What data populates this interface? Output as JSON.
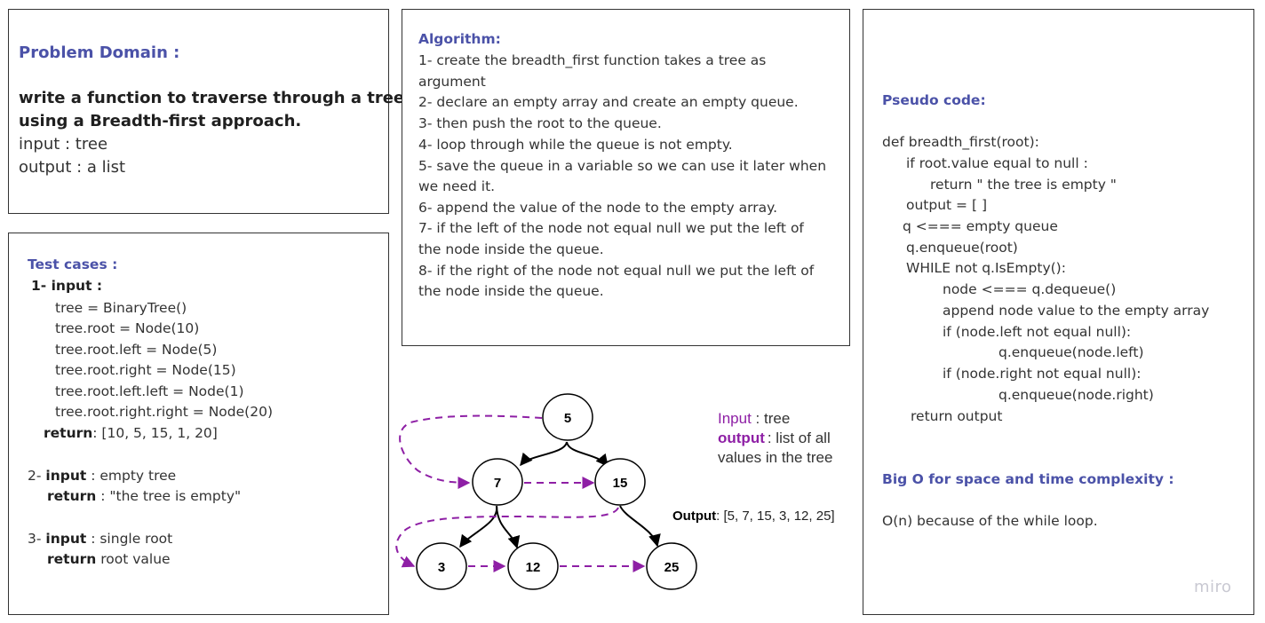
{
  "problem": {
    "heading": "Problem Domain :",
    "statement_line1": "write a function to traverse through a tree",
    "statement_line2": " using a Breadth-first approach.",
    "input": "input : tree",
    "output": "output : a list"
  },
  "tests": {
    "heading": "Test cases :",
    "case1_label": "1- input :",
    "case1_lines": [
      "tree = BinaryTree()",
      "tree.root = Node(10)",
      "tree.root.left = Node(5)",
      "tree.root.right = Node(15)",
      "tree.root.left.left = Node(1)",
      "tree.root.right.right = Node(20)"
    ],
    "case1_return_label": "return",
    "case1_return_value": ": [10, 5, 15, 1, 20]",
    "case2_num": "2- ",
    "case2_input_label": "input",
    "case2_input_value": " : empty tree",
    "case2_return_label": "return",
    "case2_return_value": " : \"the tree is empty\"",
    "case3_num": "3- ",
    "case3_input_label": "input",
    "case3_input_value": " : single root",
    "case3_return_label": "return",
    "case3_return_value": " root value"
  },
  "algorithm": {
    "heading": "Algorithm:",
    "lines": [
      "1- create the breadth_first function takes a tree as",
      "argument",
      "2- declare an empty array and create an empty queue.",
      "3- then push the root to the queue.",
      "4- loop through while the queue is not empty.",
      "5- save the queue in a variable so we can use it later when",
      "we need it.",
      "6- append the value of the node to the empty array.",
      "7- if the left of the node not equal null we put the left of",
      "the node inside the queue.",
      "8- if the right of the node not equal null we put the left of",
      "the node inside the queue."
    ]
  },
  "pseudo": {
    "heading": "Pseudo code:",
    "lines": [
      "def breadth_first(root):",
      "if root.value equal to null :",
      "return \" the tree is empty \"",
      "output = [ ]",
      "q <=== empty queue",
      "q.enqueue(root)",
      "WHILE not q.IsEmpty():",
      "node <=== q.dequeue()",
      "append node value to the empty array",
      "if (node.left not equal null):",
      "q.enqueue(node.left)",
      "if (node.right not equal null):",
      "q.enqueue(node.right)",
      "return output"
    ],
    "bigo_heading": "Big O for space and time complexity :",
    "bigo_text": "O(n) because of the while loop."
  },
  "diagram": {
    "nodes": [
      "5",
      "7",
      "15",
      "3",
      "12",
      "25"
    ],
    "input_label": "Input",
    "input_value": " : tree",
    "output_label": "output",
    "output_value": ":  list of all",
    "output_value2": "values in the tree",
    "result_label": "Output",
    "result_value": ": [5, 7, 15, 3, 12, 25]",
    "colors": {
      "accent": "#8e1fa5",
      "edge": "#000000",
      "heading": "#4b52a8"
    }
  },
  "watermark": "miro"
}
